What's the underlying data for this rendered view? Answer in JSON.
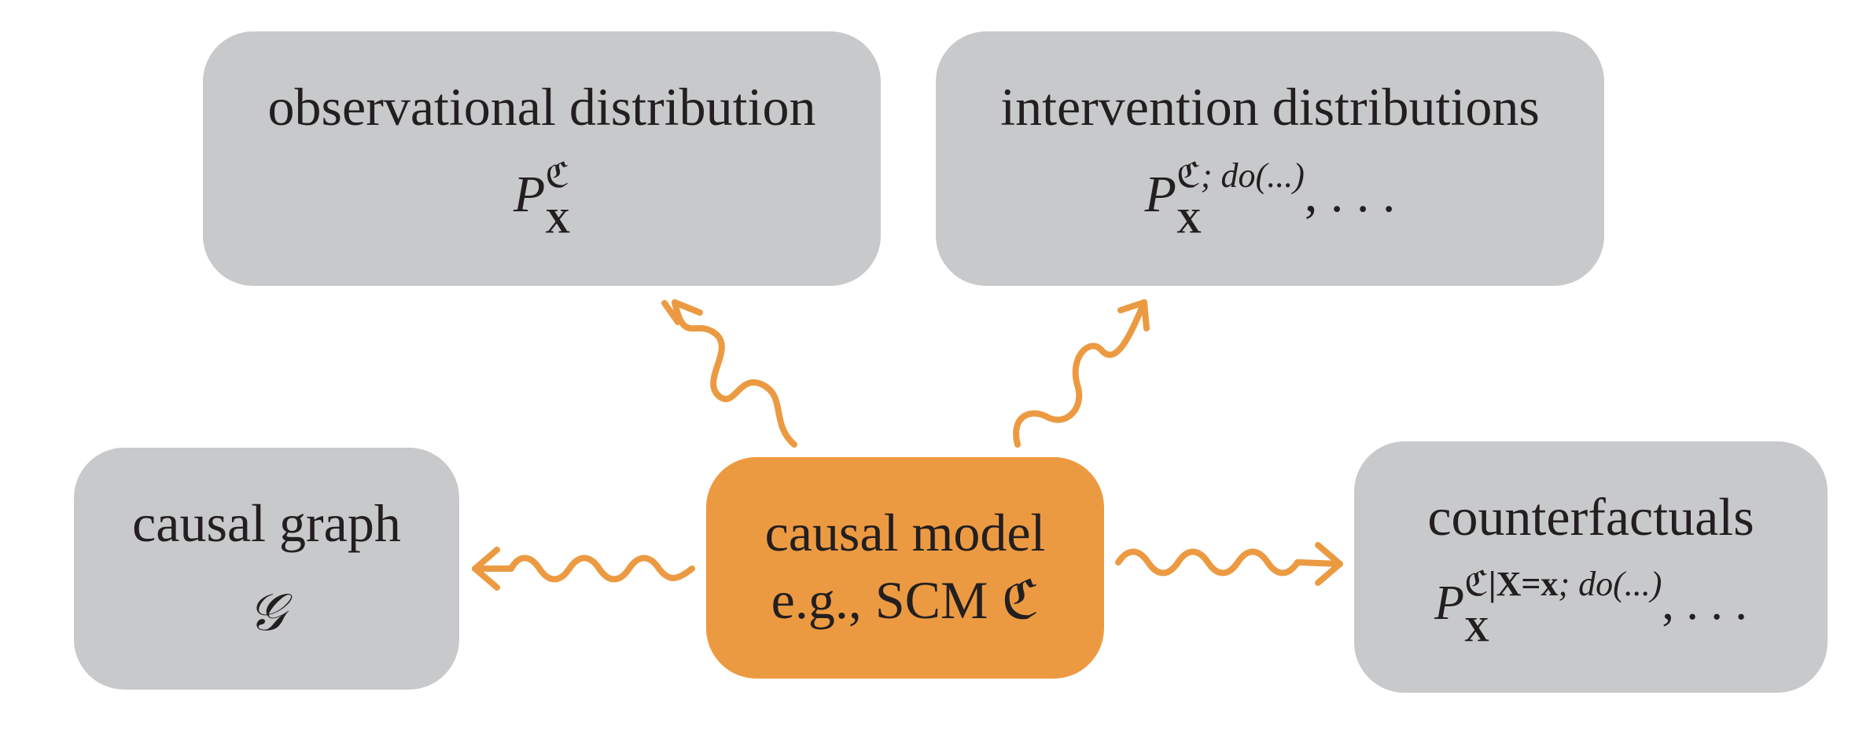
{
  "boxes": {
    "observational": {
      "title": "observational distribution",
      "math_base": "P",
      "math_sup": "ℭ",
      "math_sub": "X"
    },
    "intervention": {
      "title": "intervention distributions",
      "math_base": "P",
      "math_sup_frak": "ℭ",
      "math_sup_rest": "; do(...)",
      "math_sub": "X",
      "math_tail": ", . . ."
    },
    "graph": {
      "title": "causal graph",
      "math": "𝒢"
    },
    "model": {
      "line1": "causal model",
      "line2": "e.g., SCM ℭ"
    },
    "counterfactuals": {
      "title": "counterfactuals",
      "math_base": "P",
      "math_sup_frak": "ℭ",
      "math_sup_cond": "|X=x",
      "math_sup_rest": "; do(...)",
      "math_sub": "X",
      "math_tail": ", . . ."
    }
  },
  "colors": {
    "box_fill": "#c8c9cb",
    "center_fill": "#ec9a42",
    "arrow": "#ec9a42",
    "text": "#231f20"
  }
}
